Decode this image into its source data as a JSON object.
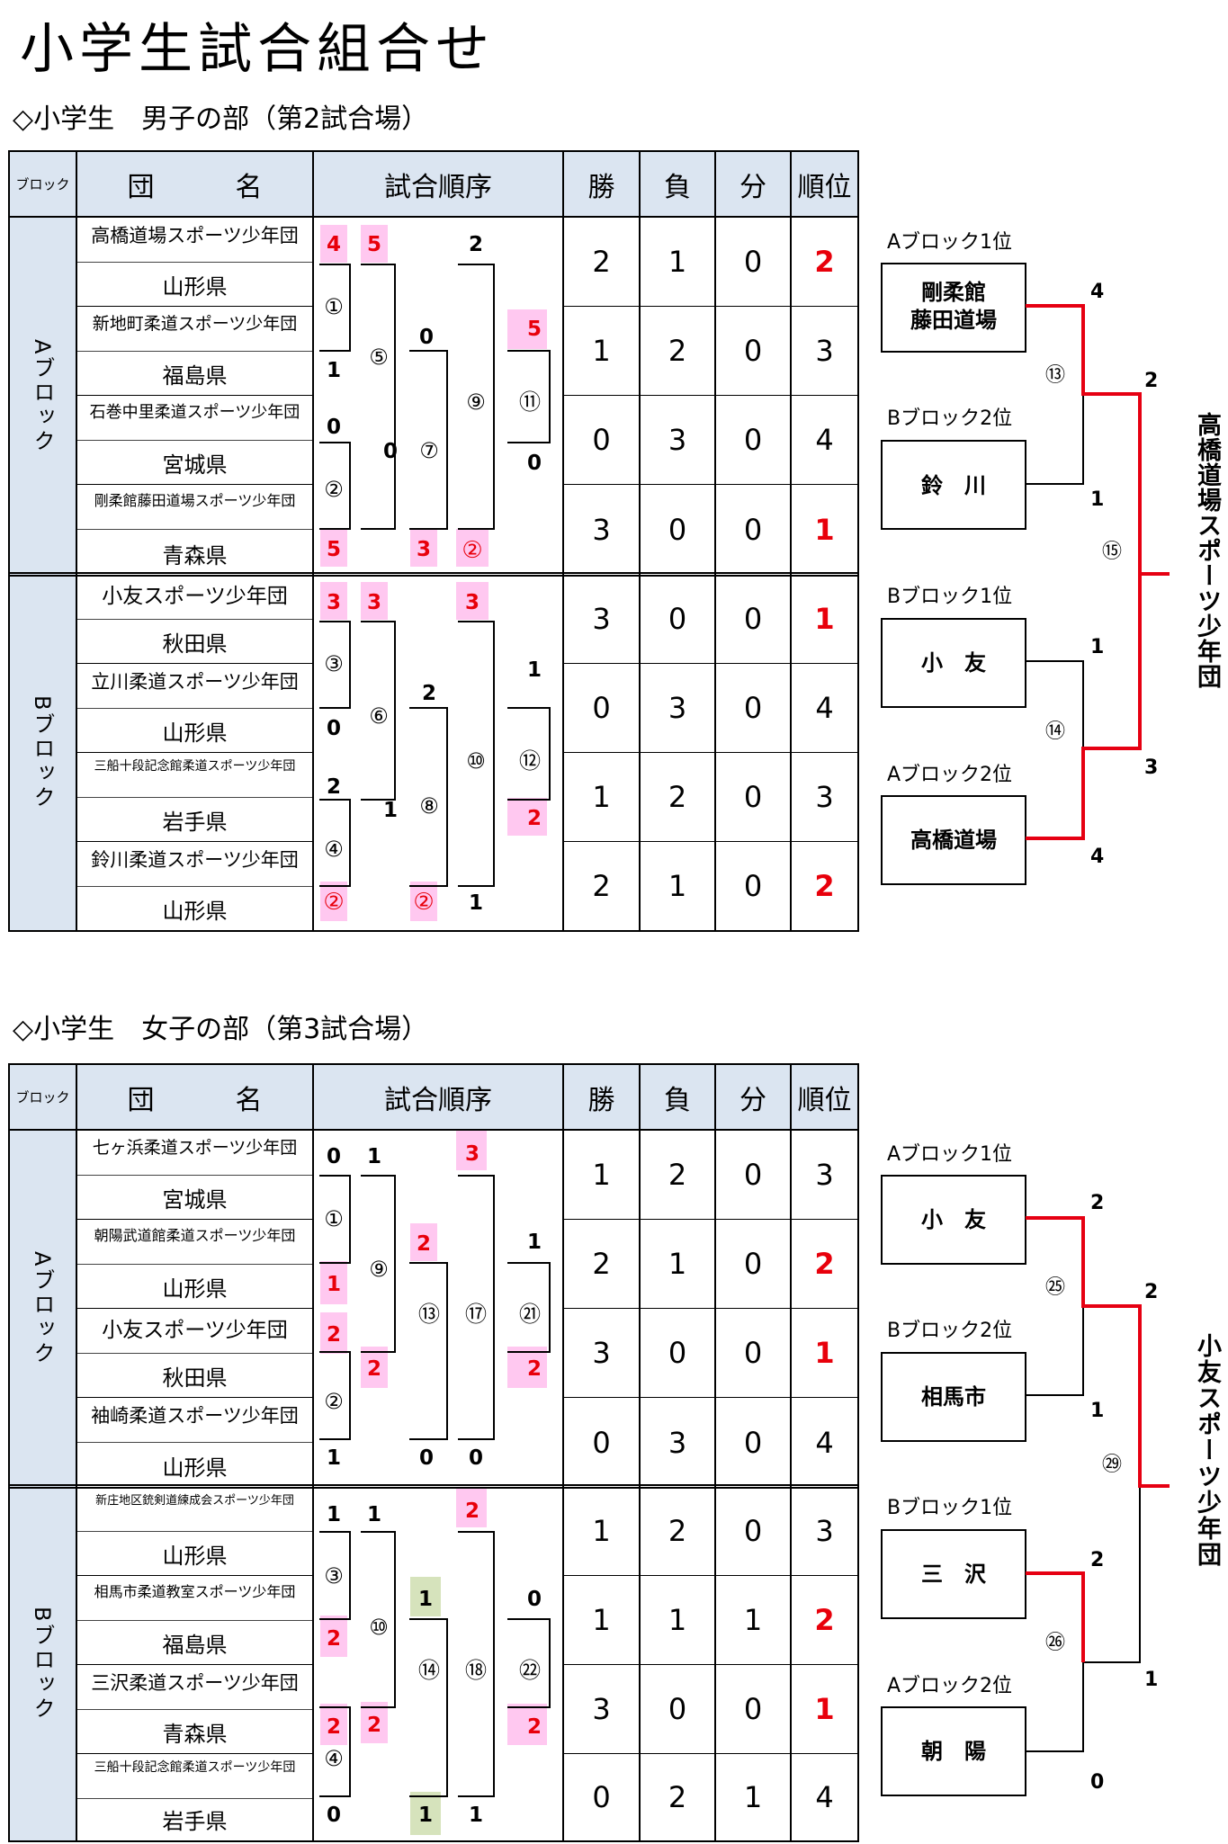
{
  "page_title": "小学生試合組合せ",
  "boys": {
    "title": "◇小学生　男子の部（第2試合場）",
    "headers": {
      "block": "ブロック",
      "team": "団　　　名",
      "order": "試合順序",
      "win": "勝",
      "loss": "負",
      "draw": "分",
      "rank": "順位"
    },
    "blocks": [
      {
        "label": "Aブロック",
        "teams": [
          {
            "name": "高橋道場スポーツ少年団",
            "pref": "山形県",
            "win": "2",
            "loss": "1",
            "draw": "0",
            "rank": "2"
          },
          {
            "name": "新地町柔道スポーツ少年団",
            "pref": "福島県",
            "win": "1",
            "loss": "2",
            "draw": "0",
            "rank": "3"
          },
          {
            "name": "石巻中里柔道スポーツ少年団",
            "pref": "宮城県",
            "win": "0",
            "loss": "3",
            "draw": "0",
            "rank": "4"
          },
          {
            "name": "剛柔館藤田道場スポーツ少年団",
            "pref": "青森県",
            "win": "3",
            "loss": "0",
            "draw": "0",
            "rank": "1"
          }
        ]
      },
      {
        "label": "Bブロック",
        "teams": [
          {
            "name": "小友スポーツ少年団",
            "pref": "秋田県",
            "win": "3",
            "loss": "0",
            "draw": "0",
            "rank": "1"
          },
          {
            "name": "立川柔道スポーツ少年団",
            "pref": "山形県",
            "win": "0",
            "loss": "3",
            "draw": "0",
            "rank": "4"
          },
          {
            "name": "三船十段記念館柔道スポーツ少年団",
            "pref": "岩手県",
            "win": "1",
            "loss": "2",
            "draw": "0",
            "rank": "3"
          },
          {
            "name": "鈴川柔道スポーツ少年団",
            "pref": "山形県",
            "win": "2",
            "loss": "1",
            "draw": "0",
            "rank": "2"
          }
        ]
      }
    ],
    "order_texts": [
      "4",
      "5",
      "2",
      "①",
      "⑤",
      "0",
      "1",
      "5",
      "⑨",
      "⑪",
      "0",
      "0",
      "0",
      "②",
      "⑦",
      "5",
      "3",
      "②",
      "3",
      "3",
      "3",
      "③",
      "⑥",
      "2",
      "1",
      "0",
      "⑩",
      "⑫",
      "2",
      "⑧",
      "1",
      "2",
      "④",
      "②",
      "②",
      "1"
    ],
    "final": {
      "slots": [
        {
          "label": "Aブロック1位",
          "team": "剛柔館\n藤田道場"
        },
        {
          "label": "Bブロック2位",
          "team": "鈴　川"
        },
        {
          "label": "Bブロック1位",
          "team": "小　友"
        },
        {
          "label": "Aブロック2位",
          "team": "高橋道場"
        }
      ],
      "scores": [
        "4",
        "1",
        "2",
        "1",
        "4",
        "3"
      ],
      "match_numbers": [
        "⑬",
        "⑭",
        "⑮"
      ],
      "winner": "高橋道場スポーツ少年団"
    }
  },
  "girls": {
    "title": "◇小学生　女子の部（第3試合場）",
    "headers": {
      "block": "ブロック",
      "team": "団　　　名",
      "order": "試合順序",
      "win": "勝",
      "loss": "負",
      "draw": "分",
      "rank": "順位"
    },
    "blocks": [
      {
        "label": "Aブロック",
        "teams": [
          {
            "name": "七ヶ浜柔道スポーツ少年団",
            "pref": "宮城県",
            "win": "1",
            "loss": "2",
            "draw": "0",
            "rank": "3"
          },
          {
            "name": "朝陽武道館柔道スポーツ少年団",
            "pref": "山形県",
            "win": "2",
            "loss": "1",
            "draw": "0",
            "rank": "2"
          },
          {
            "name": "小友スポーツ少年団",
            "pref": "秋田県",
            "win": "3",
            "loss": "0",
            "draw": "0",
            "rank": "1"
          },
          {
            "name": "袖崎柔道スポーツ少年団",
            "pref": "山形県",
            "win": "0",
            "loss": "3",
            "draw": "0",
            "rank": "4"
          }
        ]
      },
      {
        "label": "Bブロック",
        "teams": [
          {
            "name": "新庄地区銃剣道練成会スポーツ少年団",
            "pref": "山形県",
            "win": "1",
            "loss": "2",
            "draw": "0",
            "rank": "3"
          },
          {
            "name": "相馬市柔道教室スポーツ少年団",
            "pref": "福島県",
            "win": "1",
            "loss": "1",
            "draw": "1",
            "rank": "2"
          },
          {
            "name": "三沢柔道スポーツ少年団",
            "pref": "青森県",
            "win": "3",
            "loss": "0",
            "draw": "0",
            "rank": "1"
          },
          {
            "name": "三船十段記念館柔道スポーツ少年団",
            "pref": "岩手県",
            "win": "0",
            "loss": "2",
            "draw": "1",
            "rank": "4"
          }
        ]
      }
    ],
    "order_texts": [
      "0",
      "1",
      "3",
      "①",
      "2",
      "1",
      "⑨",
      "1",
      "⑬",
      "⑰",
      "㉑",
      "2",
      "2",
      "2",
      "②",
      "1",
      "0",
      "0",
      "1",
      "1",
      "2",
      "③",
      "⑩",
      "1",
      "0",
      "2",
      "⑭",
      "⑱",
      "㉒",
      "2",
      "2",
      "2",
      "④",
      "0",
      "1",
      "1"
    ],
    "final": {
      "slots": [
        {
          "label": "Aブロック1位",
          "team": "小　友"
        },
        {
          "label": "Bブロック2位",
          "team": "相馬市"
        },
        {
          "label": "Bブロック1位",
          "team": "三　沢"
        },
        {
          "label": "Aブロック2位",
          "team": "朝　陽"
        }
      ],
      "scores": [
        "2",
        "1",
        "2",
        "0",
        "2",
        "1"
      ],
      "match_numbers": [
        "㉕",
        "㉖",
        "㉙"
      ],
      "winner": "小友スポーツ少年団"
    }
  }
}
